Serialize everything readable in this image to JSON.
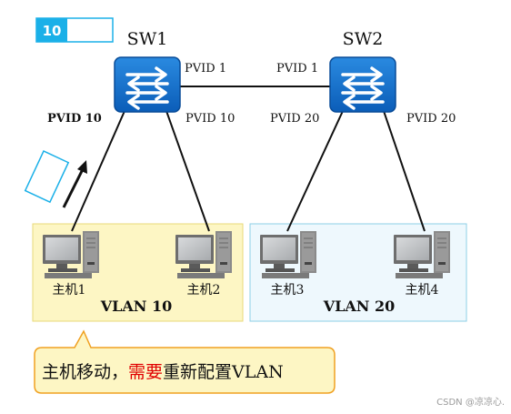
{
  "badge": {
    "number": "10"
  },
  "switches": [
    {
      "id": "sw1",
      "label": "SW1"
    },
    {
      "id": "sw2",
      "label": "SW2"
    }
  ],
  "ports": {
    "sw1_trunk": "PVID 1",
    "sw2_trunk": "PVID 1",
    "sw1_left": "PVID 10",
    "sw1_right": "PVID 10",
    "sw2_left": "PVID 20",
    "sw2_right": "PVID 20"
  },
  "hosts": [
    {
      "id": "host1",
      "label": "主机1"
    },
    {
      "id": "host2",
      "label": "主机2"
    },
    {
      "id": "host3",
      "label": "主机3"
    },
    {
      "id": "host4",
      "label": "主机4"
    }
  ],
  "vlans": [
    {
      "id": "vlan10",
      "label": "VLAN 10",
      "color": "#fdf6c4"
    },
    {
      "id": "vlan20",
      "label": "VLAN 20",
      "color": "#eef8fd"
    }
  ],
  "callout": {
    "part1": "主机移动，",
    "part2": "需要",
    "part3": "重新配置VLAN",
    "highlight_color": "#e00000"
  },
  "watermark": "CSDN @凉凉心."
}
